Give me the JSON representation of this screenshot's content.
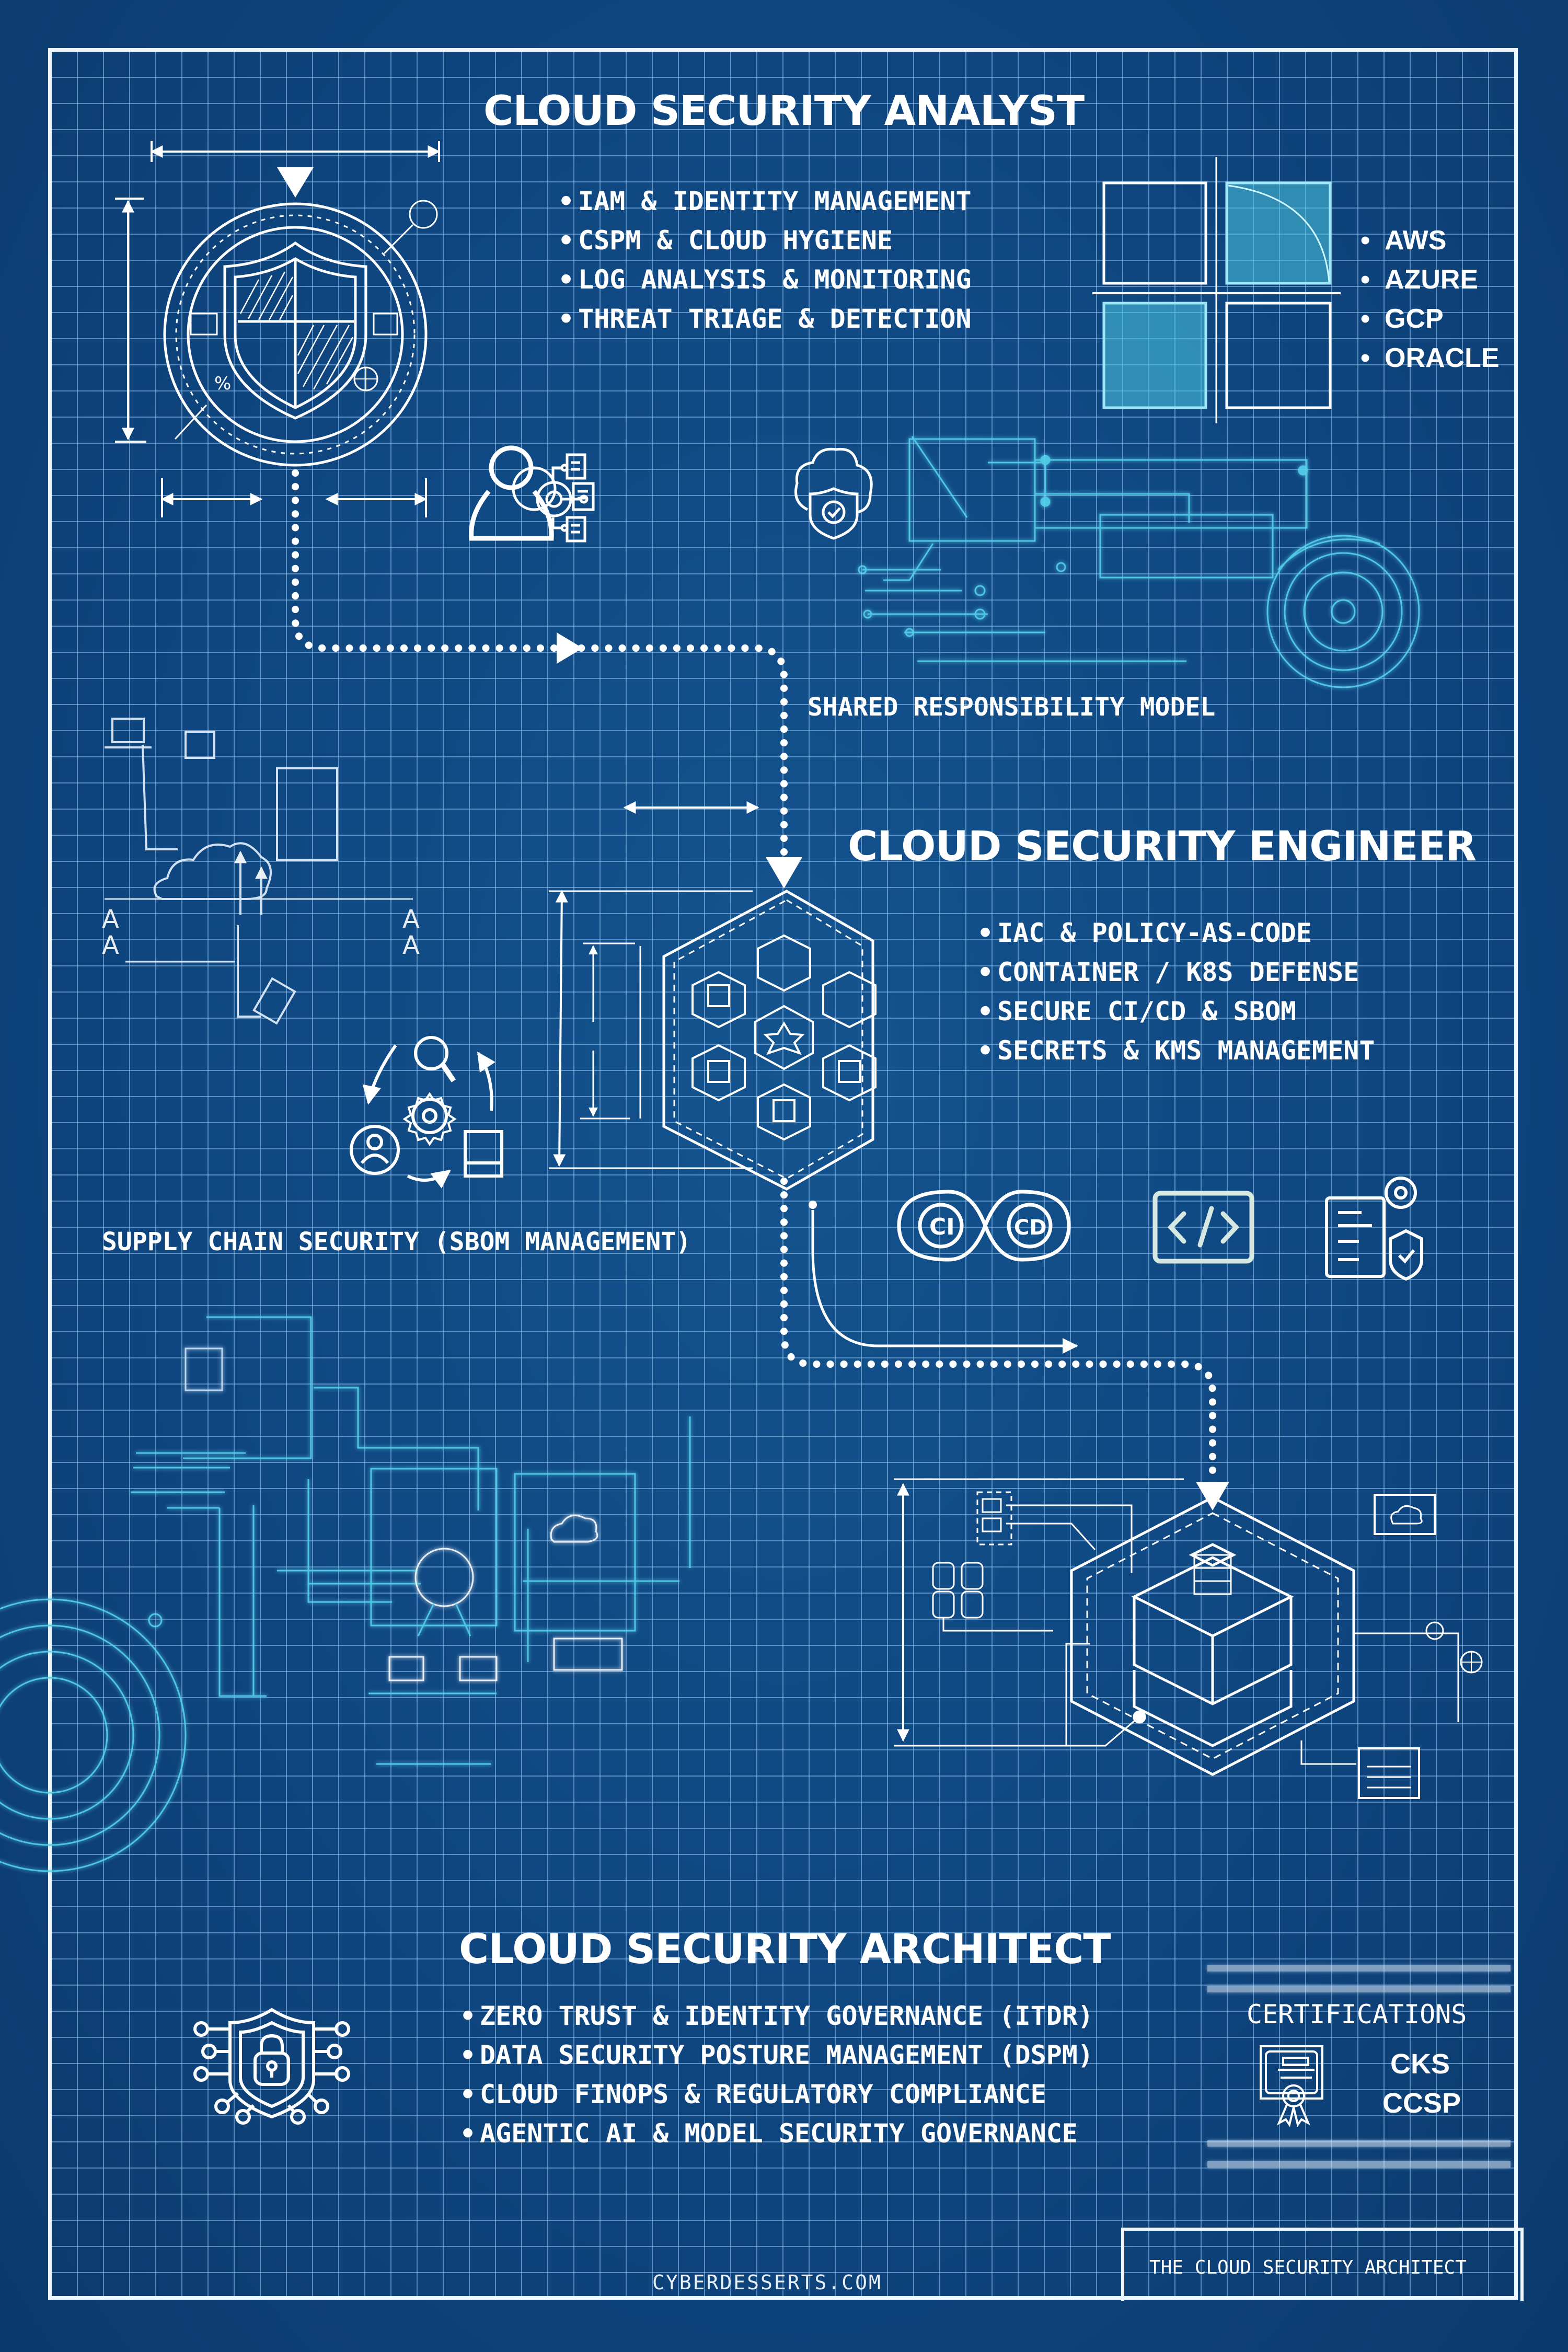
{
  "poster": {
    "theme": "blueprint",
    "colors": {
      "background": "#0c3f74",
      "grid_line": "#96c8f5",
      "ink": "#ffffff",
      "accent_cyan": "#4fd6f0"
    }
  },
  "analyst": {
    "title": "CLOUD SECURITY ANALYST",
    "skills": [
      "IAM & IDENTITY MANAGEMENT",
      "CSPM & CLOUD HYGIENE",
      "LOG ANALYSIS & MONITORING",
      "THREAT TRIAGE & DETECTION"
    ],
    "clouds": [
      "AWS",
      "AZURE",
      "GCP",
      "ORACLE"
    ],
    "icons": [
      "shield-blueprint-icon",
      "user-icon",
      "gear-documents-icon",
      "cloud-shield-check-icon",
      "cloud-quadrant-icon"
    ]
  },
  "transition_label": "SHARED RESPONSIBILITY MODEL",
  "engineer": {
    "title": "CLOUD SECURITY ENGINEER",
    "skills": [
      "IAC & POLICY-AS-CODE",
      "CONTAINER / K8S DEFENSE",
      "SECURE CI/CD & SBOM",
      "SECRETS & KMS MANAGEMENT"
    ],
    "icons": {
      "cicd_left": "CI",
      "cicd_right": "CD",
      "code": "</>"
    }
  },
  "supply_chain_label": "SUPPLY CHAIN SECURITY (SBOM MANAGEMENT)",
  "architect": {
    "title": "CLOUD SECURITY ARCHITECT",
    "skills": [
      "ZERO TRUST & IDENTITY GOVERNANCE (ITDR)",
      "DATA SECURITY POSTURE MANAGEMENT (DSPM)",
      "CLOUD FINOPS & REGULATORY COMPLIANCE",
      "AGENTIC AI & MODEL SECURITY GOVERNANCE"
    ]
  },
  "certifications": {
    "heading": "CERTIFICATIONS",
    "items": [
      "CKS",
      "CCSP"
    ]
  },
  "footer": {
    "site": "CYBERDESSERTS.COM",
    "title_block": "THE CLOUD SECURITY ARCHITECT"
  }
}
